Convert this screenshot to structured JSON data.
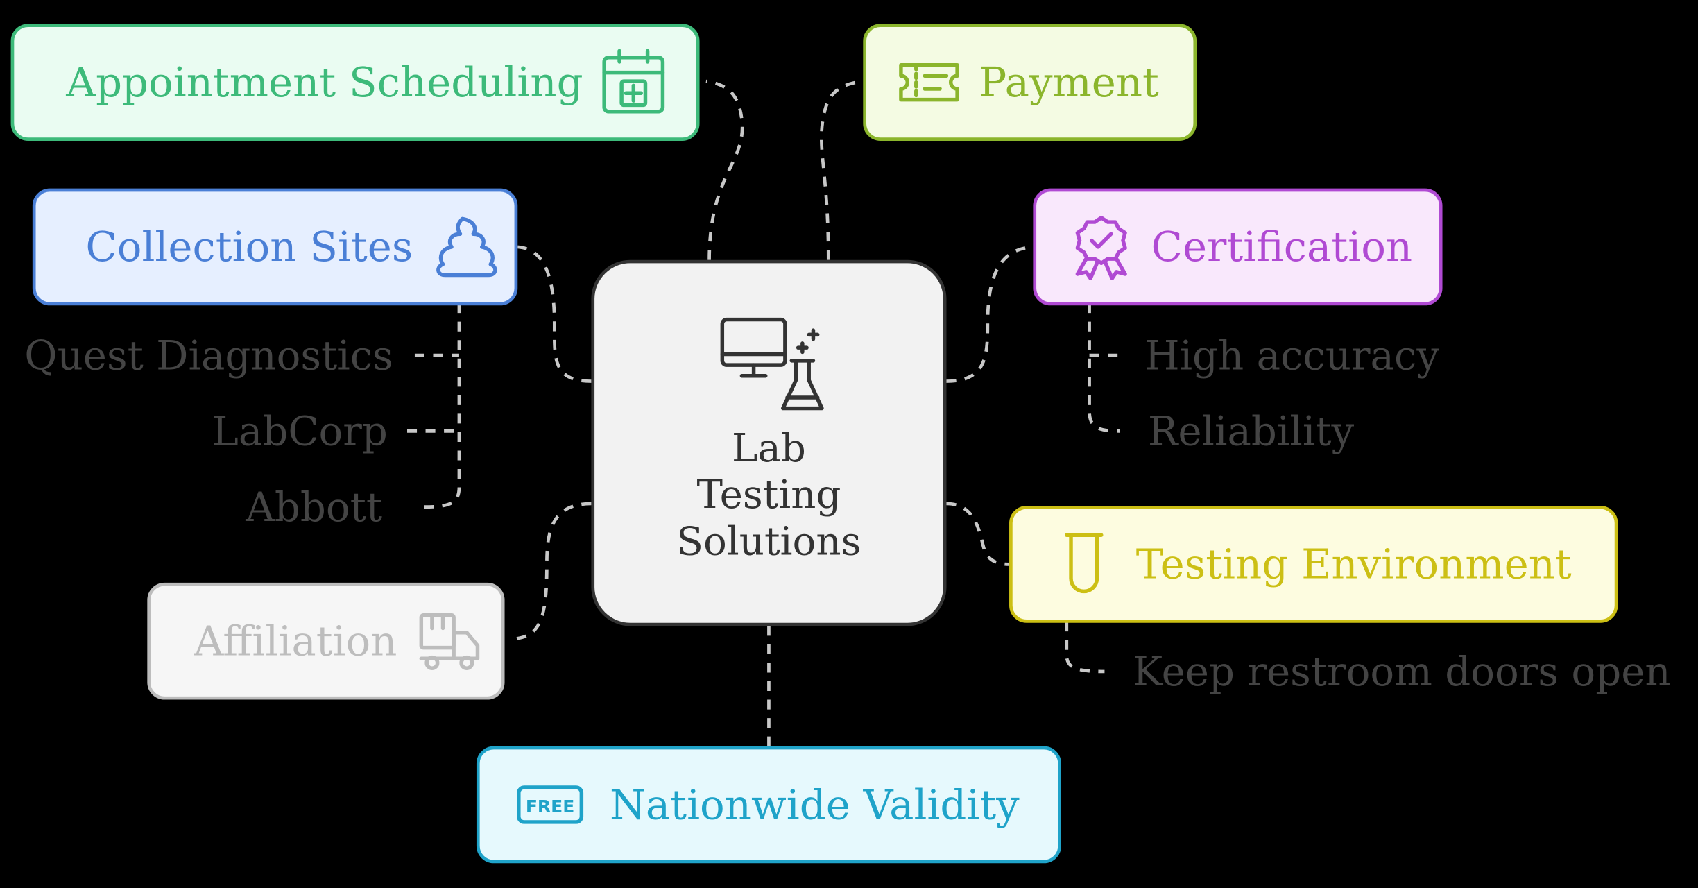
{
  "center": {
    "title_lines": [
      "Lab",
      "Testing",
      "Solutions"
    ],
    "icon": "computer-flask-icon"
  },
  "nodes": {
    "appointment": {
      "label": "Appointment Scheduling",
      "icon": "calendar-plus-icon",
      "color": "#3dba7a",
      "bg": "#eafcf2"
    },
    "payment": {
      "label": "Payment",
      "icon": "ticket-icon",
      "color": "#8bb52c",
      "bg": "#f4fbe3"
    },
    "collection": {
      "label": "Collection Sites",
      "icon": "poop-icon",
      "color": "#4a7fd6",
      "bg": "#e6efff"
    },
    "certification": {
      "label": "Certification",
      "icon": "award-icon",
      "color": "#b04ad3",
      "bg": "#f9e8fc"
    },
    "testing_env": {
      "label": "Testing Environment",
      "icon": "test-tube-icon",
      "color": "#ccbf14",
      "bg": "#fdfce0"
    },
    "affiliation": {
      "label": "Affiliation",
      "icon": "forklift-icon",
      "color": "#bdbdbd",
      "bg": "#f6f6f6"
    },
    "nationwide": {
      "label": "Nationwide Validity",
      "icon": "free-icon",
      "color": "#1fa3c9",
      "bg": "#e6f9fd"
    }
  },
  "leaves": {
    "collection": [
      "Quest Diagnostics",
      "LabCorp",
      "Abbott"
    ],
    "certification": [
      "High accuracy",
      "Reliability"
    ],
    "testing_env": [
      "Keep restroom doors open"
    ]
  }
}
